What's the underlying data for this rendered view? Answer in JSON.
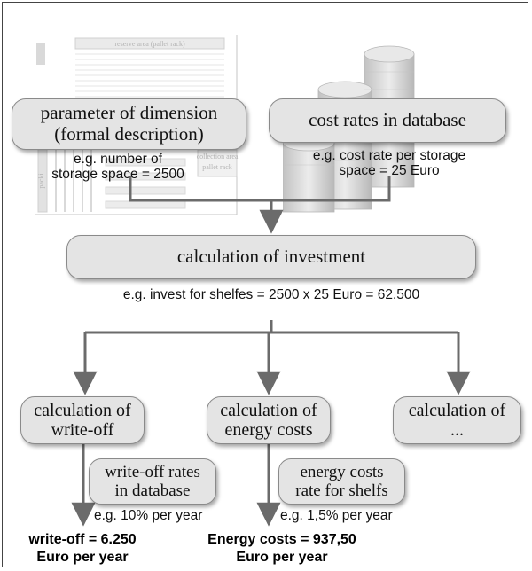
{
  "background": {
    "floorplan_labels": {
      "reserve_area": "reserve area (pallet rack)",
      "collection_area": "collection area",
      "pallet_rack": "pallet rack",
      "packing": "packi"
    },
    "image_icon": "coin-stack-icon"
  },
  "top_left": {
    "box_lines": [
      "parameter of dimension",
      "(formal description)"
    ],
    "note_lines": [
      "e.g. number of",
      "storage space = 2500"
    ]
  },
  "top_right": {
    "box_label": "cost rates in database",
    "note_lines": [
      "e.g. cost rate per storage",
      "space = 25 Euro"
    ]
  },
  "investment": {
    "box_label": "calculation of investment",
    "note": "e.g. invest for shelfes = 2500 x 25 Euro = 62.500"
  },
  "writeoff": {
    "calc_lines": [
      "calculation of",
      "write-off"
    ],
    "rates_lines": [
      "write-off rates",
      "in database"
    ],
    "rates_note": "e.g. 10% per year",
    "result_lines": [
      "write-off = 6.250",
      "Euro per year"
    ]
  },
  "energy": {
    "calc_lines": [
      "calculation of",
      "energy costs"
    ],
    "rates_lines": [
      "energy costs",
      "rate for shelfs"
    ],
    "rates_note": "e.g. 1,5% per year",
    "result_lines": [
      "Energy costs = 937,50",
      "Euro per year"
    ]
  },
  "other": {
    "calc_lines": [
      "calculation of",
      "..."
    ]
  },
  "colors": {
    "box_fill": "#e4e4e4",
    "box_border": "#8a8a8a",
    "arrow": "#6b6b6b"
  }
}
